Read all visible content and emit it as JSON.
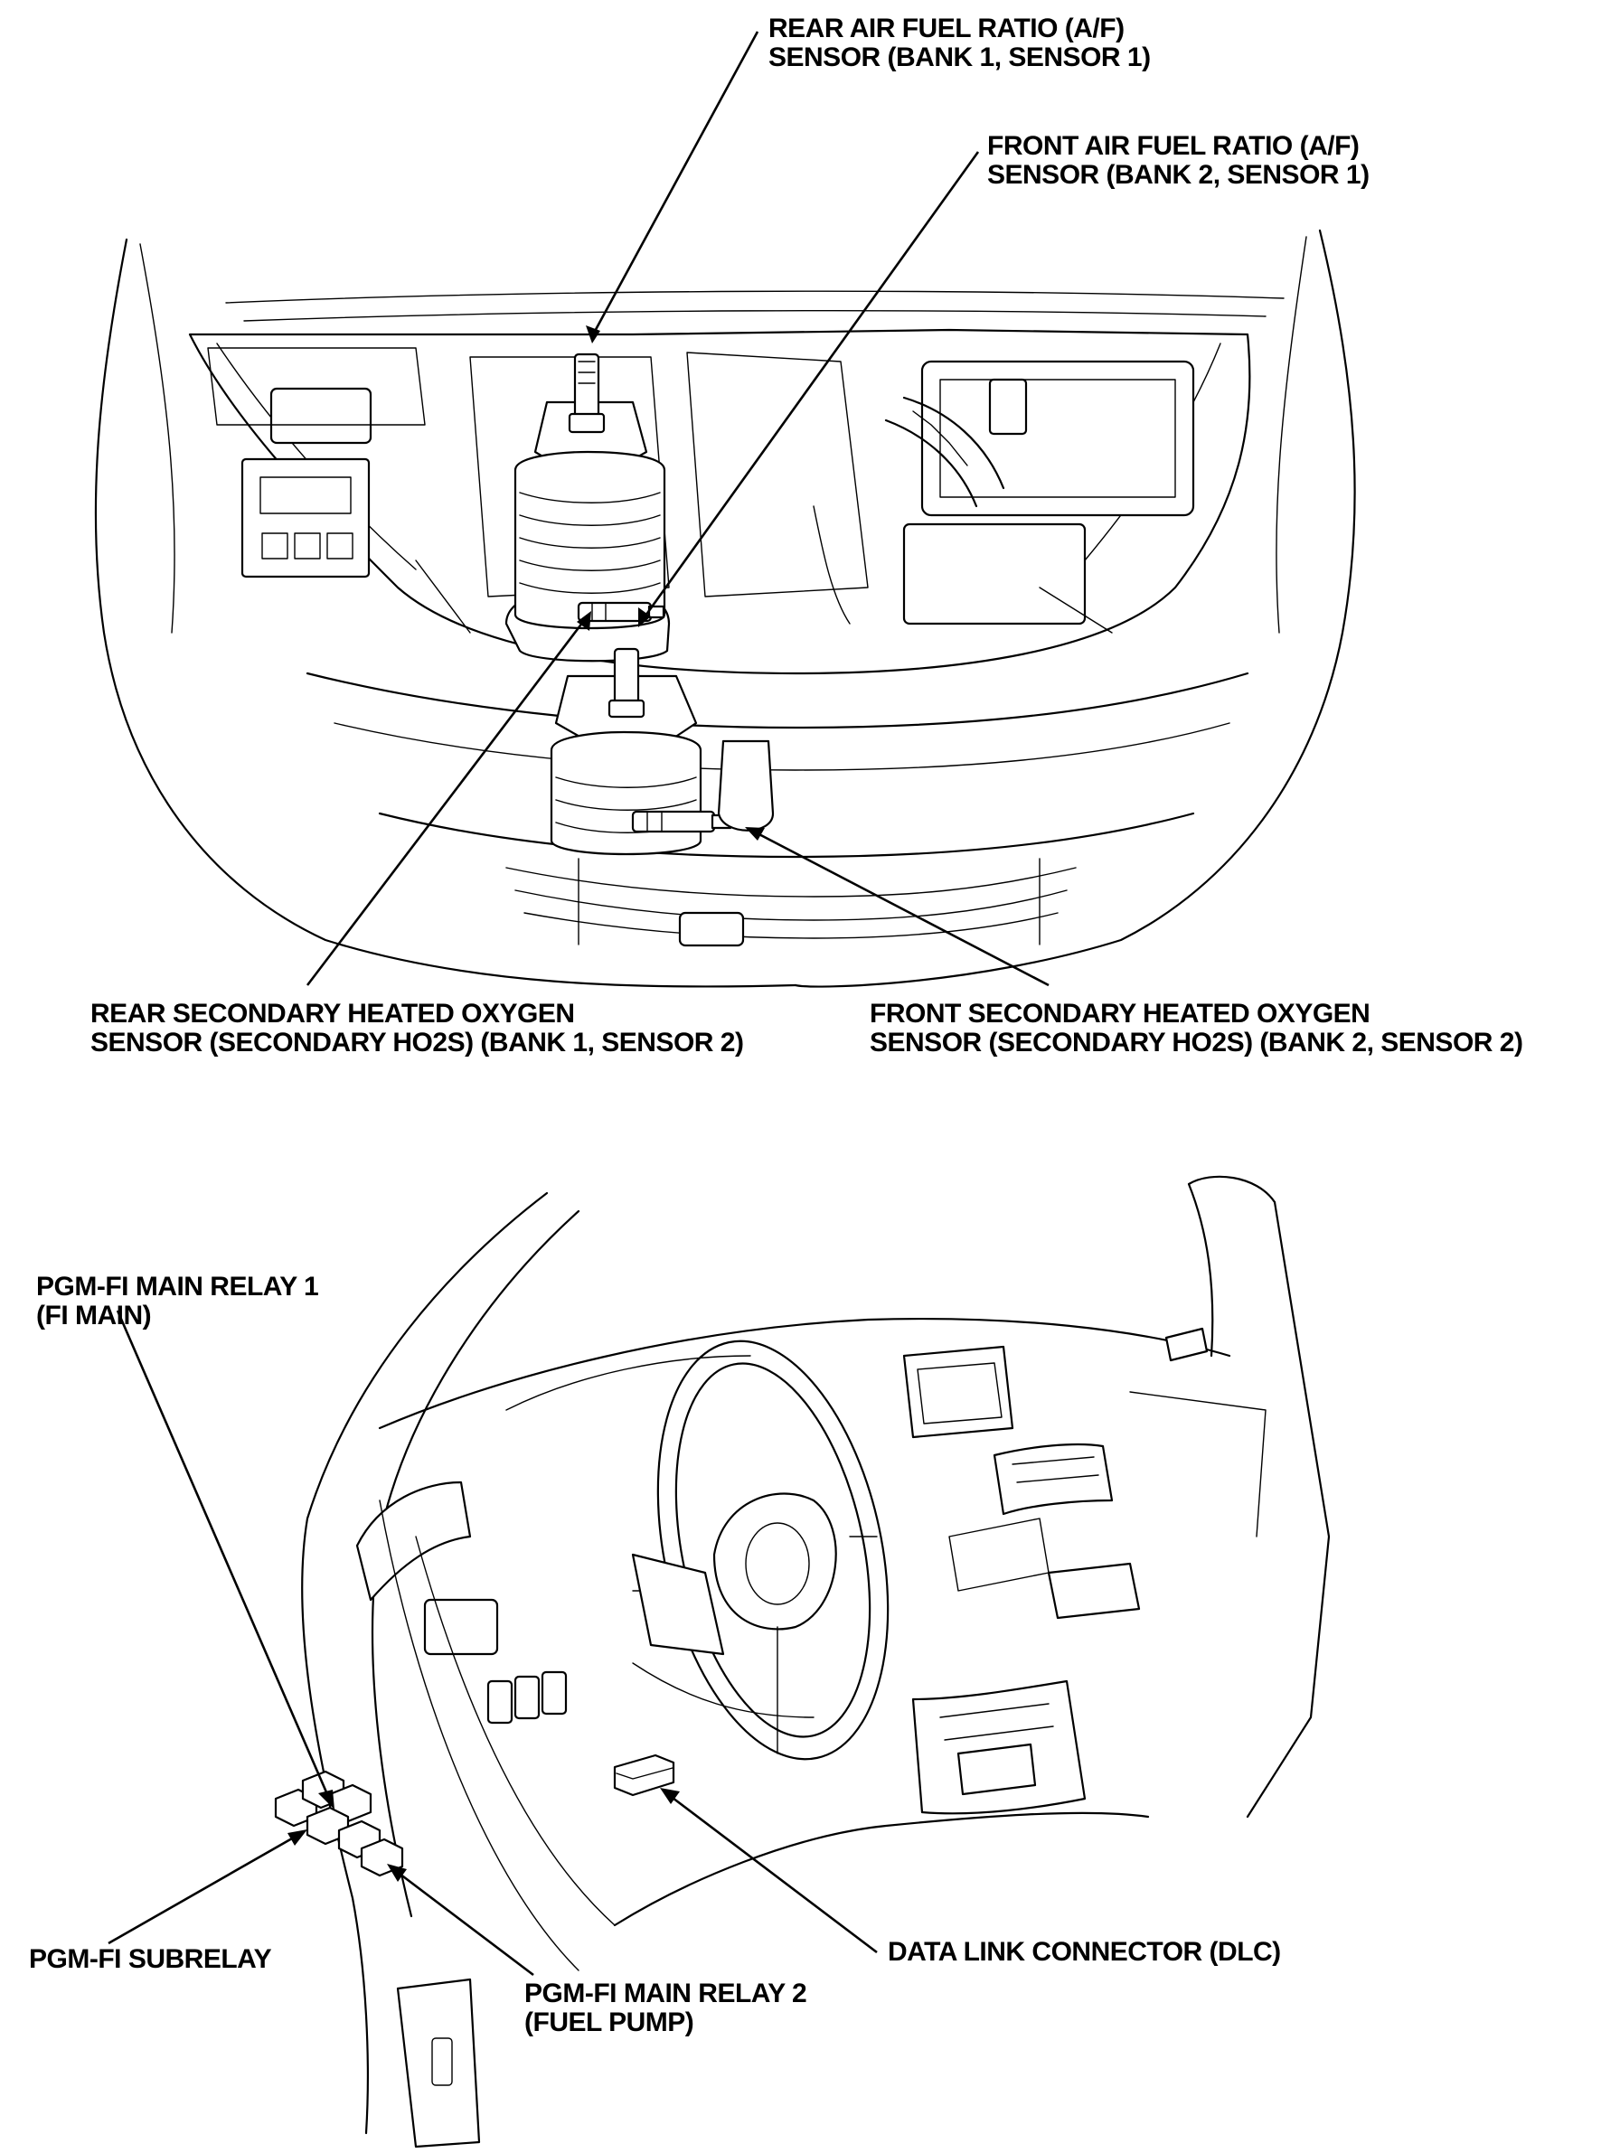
{
  "engine_callouts": {
    "rear_af_sensor": [
      "REAR AIR FUEL RATIO (A/F)",
      "SENSOR (BANK 1, SENSOR 1)"
    ],
    "front_af_sensor": [
      "FRONT AIR FUEL RATIO (A/F)",
      "SENSOR (BANK 2, SENSOR 1)"
    ],
    "rear_secondary_ho2s": [
      "REAR SECONDARY HEATED OXYGEN",
      "SENSOR (SECONDARY HO2S) (BANK 1, SENSOR 2)"
    ],
    "front_secondary_ho2s": [
      "FRONT SECONDARY HEATED OXYGEN",
      "SENSOR (SECONDARY HO2S) (BANK 2, SENSOR 2)"
    ]
  },
  "dash_callouts": {
    "main_relay_1": [
      "PGM-FI MAIN RELAY 1",
      "(FI MAIN)"
    ],
    "subrelay": [
      "PGM-FI SUBRELAY"
    ],
    "main_relay_2": [
      "PGM-FI MAIN RELAY 2",
      "(FUEL PUMP)"
    ],
    "dlc": [
      "DATA LINK CONNECTOR (DLC)"
    ]
  }
}
